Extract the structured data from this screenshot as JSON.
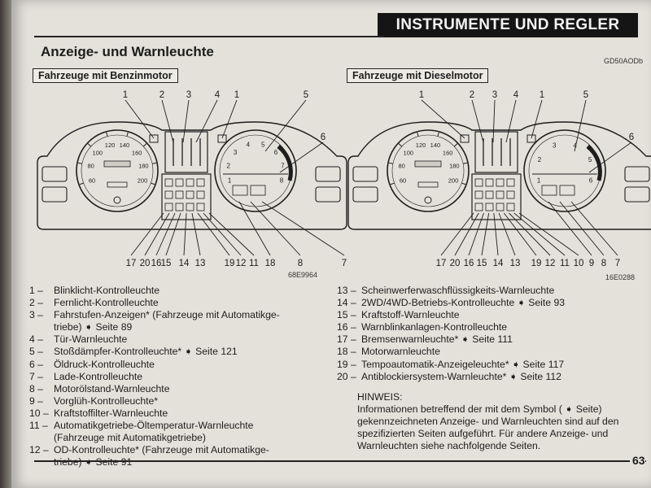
{
  "header": {
    "title": "INSTRUMENTE UND REGLER"
  },
  "section": {
    "title": "Anzeige- und Warnleuchte"
  },
  "figure_code_top": "GD50AODb",
  "panels": [
    {
      "heading": "Fahrzeuge mit Benzinmotor",
      "code": "68E9964",
      "top_labels": [
        "1",
        "2",
        "3",
        "4",
        "1",
        "5",
        "6"
      ],
      "bottom_labels": [
        "17",
        "20",
        "16",
        "15",
        "14",
        "13",
        "19",
        "12",
        "11",
        "18",
        "8",
        "7"
      ],
      "speedo_ticks": [
        "60",
        "80",
        "100",
        "120",
        "140",
        "160",
        "180",
        "200"
      ],
      "tacho_ticks": [
        "1",
        "2",
        "3",
        "4",
        "5",
        "6",
        "7",
        "8"
      ]
    },
    {
      "heading": "Fahrzeuge mit Dieselmotor",
      "code": "16E0288",
      "top_labels": [
        "1",
        "2",
        "3",
        "4",
        "1",
        "5",
        "6"
      ],
      "bottom_labels": [
        "17",
        "20",
        "16",
        "15",
        "14",
        "13",
        "19",
        "12",
        "11",
        "10",
        "9",
        "8",
        "7"
      ],
      "speedo_ticks": [
        "60",
        "80",
        "100",
        "120",
        "140",
        "160",
        "180",
        "200"
      ],
      "tacho_ticks": [
        "1",
        "2",
        "3",
        "4",
        "5",
        "6"
      ]
    }
  ],
  "legend_left": [
    {
      "num": "1 –",
      "text": "Blinklicht-Kontrolleuchte"
    },
    {
      "num": "2 –",
      "text": "Fernlicht-Kontrolleuchte"
    },
    {
      "num": "3 –",
      "text": "Fahrstufen-Anzeigen* (Fahrzeuge mit Automatikge-"
    },
    {
      "num": "",
      "text": "triebe) ➧ Seite 89"
    },
    {
      "num": "4 –",
      "text": "Tür-Warnleuchte"
    },
    {
      "num": "5 –",
      "text": "Stoßdämpfer-Kontrolleuchte* ➧ Seite 121"
    },
    {
      "num": "6 –",
      "text": "Öldruck-Kontrolleuchte"
    },
    {
      "num": "7 –",
      "text": "Lade-Kontrolleuchte"
    },
    {
      "num": "8 –",
      "text": "Motorölstand-Warnleuchte"
    },
    {
      "num": "9 –",
      "text": "Vorglüh-Kontrolleuchte*"
    },
    {
      "num": "10 –",
      "text": "Kraftstoffilter-Warnleuchte"
    },
    {
      "num": "11 –",
      "text": "Automatikgetriebe-Öltemperatur-Warnleuchte"
    },
    {
      "num": "",
      "text": "(Fahrzeuge mit Automatikgetriebe)"
    },
    {
      "num": "12 –",
      "text": "OD-Kontrolleuchte* (Fahrzeuge mit Automatikge-"
    },
    {
      "num": "",
      "text": "triebe) ➧ Seite 91"
    }
  ],
  "legend_right": [
    {
      "num": "13 –",
      "text": "Scheinwerferwaschflüssigkeits-Warnleuchte"
    },
    {
      "num": "14 –",
      "text": "2WD/4WD-Betriebs-Kontrolleuchte ➧ Seite 93"
    },
    {
      "num": "15 –",
      "text": "Kraftstoff-Warnleuchte"
    },
    {
      "num": "16 –",
      "text": "Warnblinkanlagen-Kontrolleuchte"
    },
    {
      "num": "17 –",
      "text": "Bremsenwarnleuchte* ➧ Seite 111"
    },
    {
      "num": "18 –",
      "text": "Motorwarnleuchte"
    },
    {
      "num": "19 –",
      "text": "Tempoautomatik-Anzeigeleuchte* ➧ Seite 117"
    },
    {
      "num": "20 –",
      "text": "Antiblockiersystem-Warnleuchte* ➧ Seite 112"
    }
  ],
  "hinweis": {
    "title": "HINWEIS:",
    "lines": [
      "Informationen betreffend der mit dem Symbol ( ➧ Seite)",
      "gekennzeichneten Anzeige- und Warnleuchten sind auf den",
      "spezifizierten Seiten aufgeführt. Für andere Anzeige- und",
      "Warnleuchten siehe nachfolgende Seiten."
    ]
  },
  "page_number": "63",
  "colors": {
    "ink": "#1d1d1d",
    "paper": "#e4e1da",
    "header_bg": "#151515"
  }
}
